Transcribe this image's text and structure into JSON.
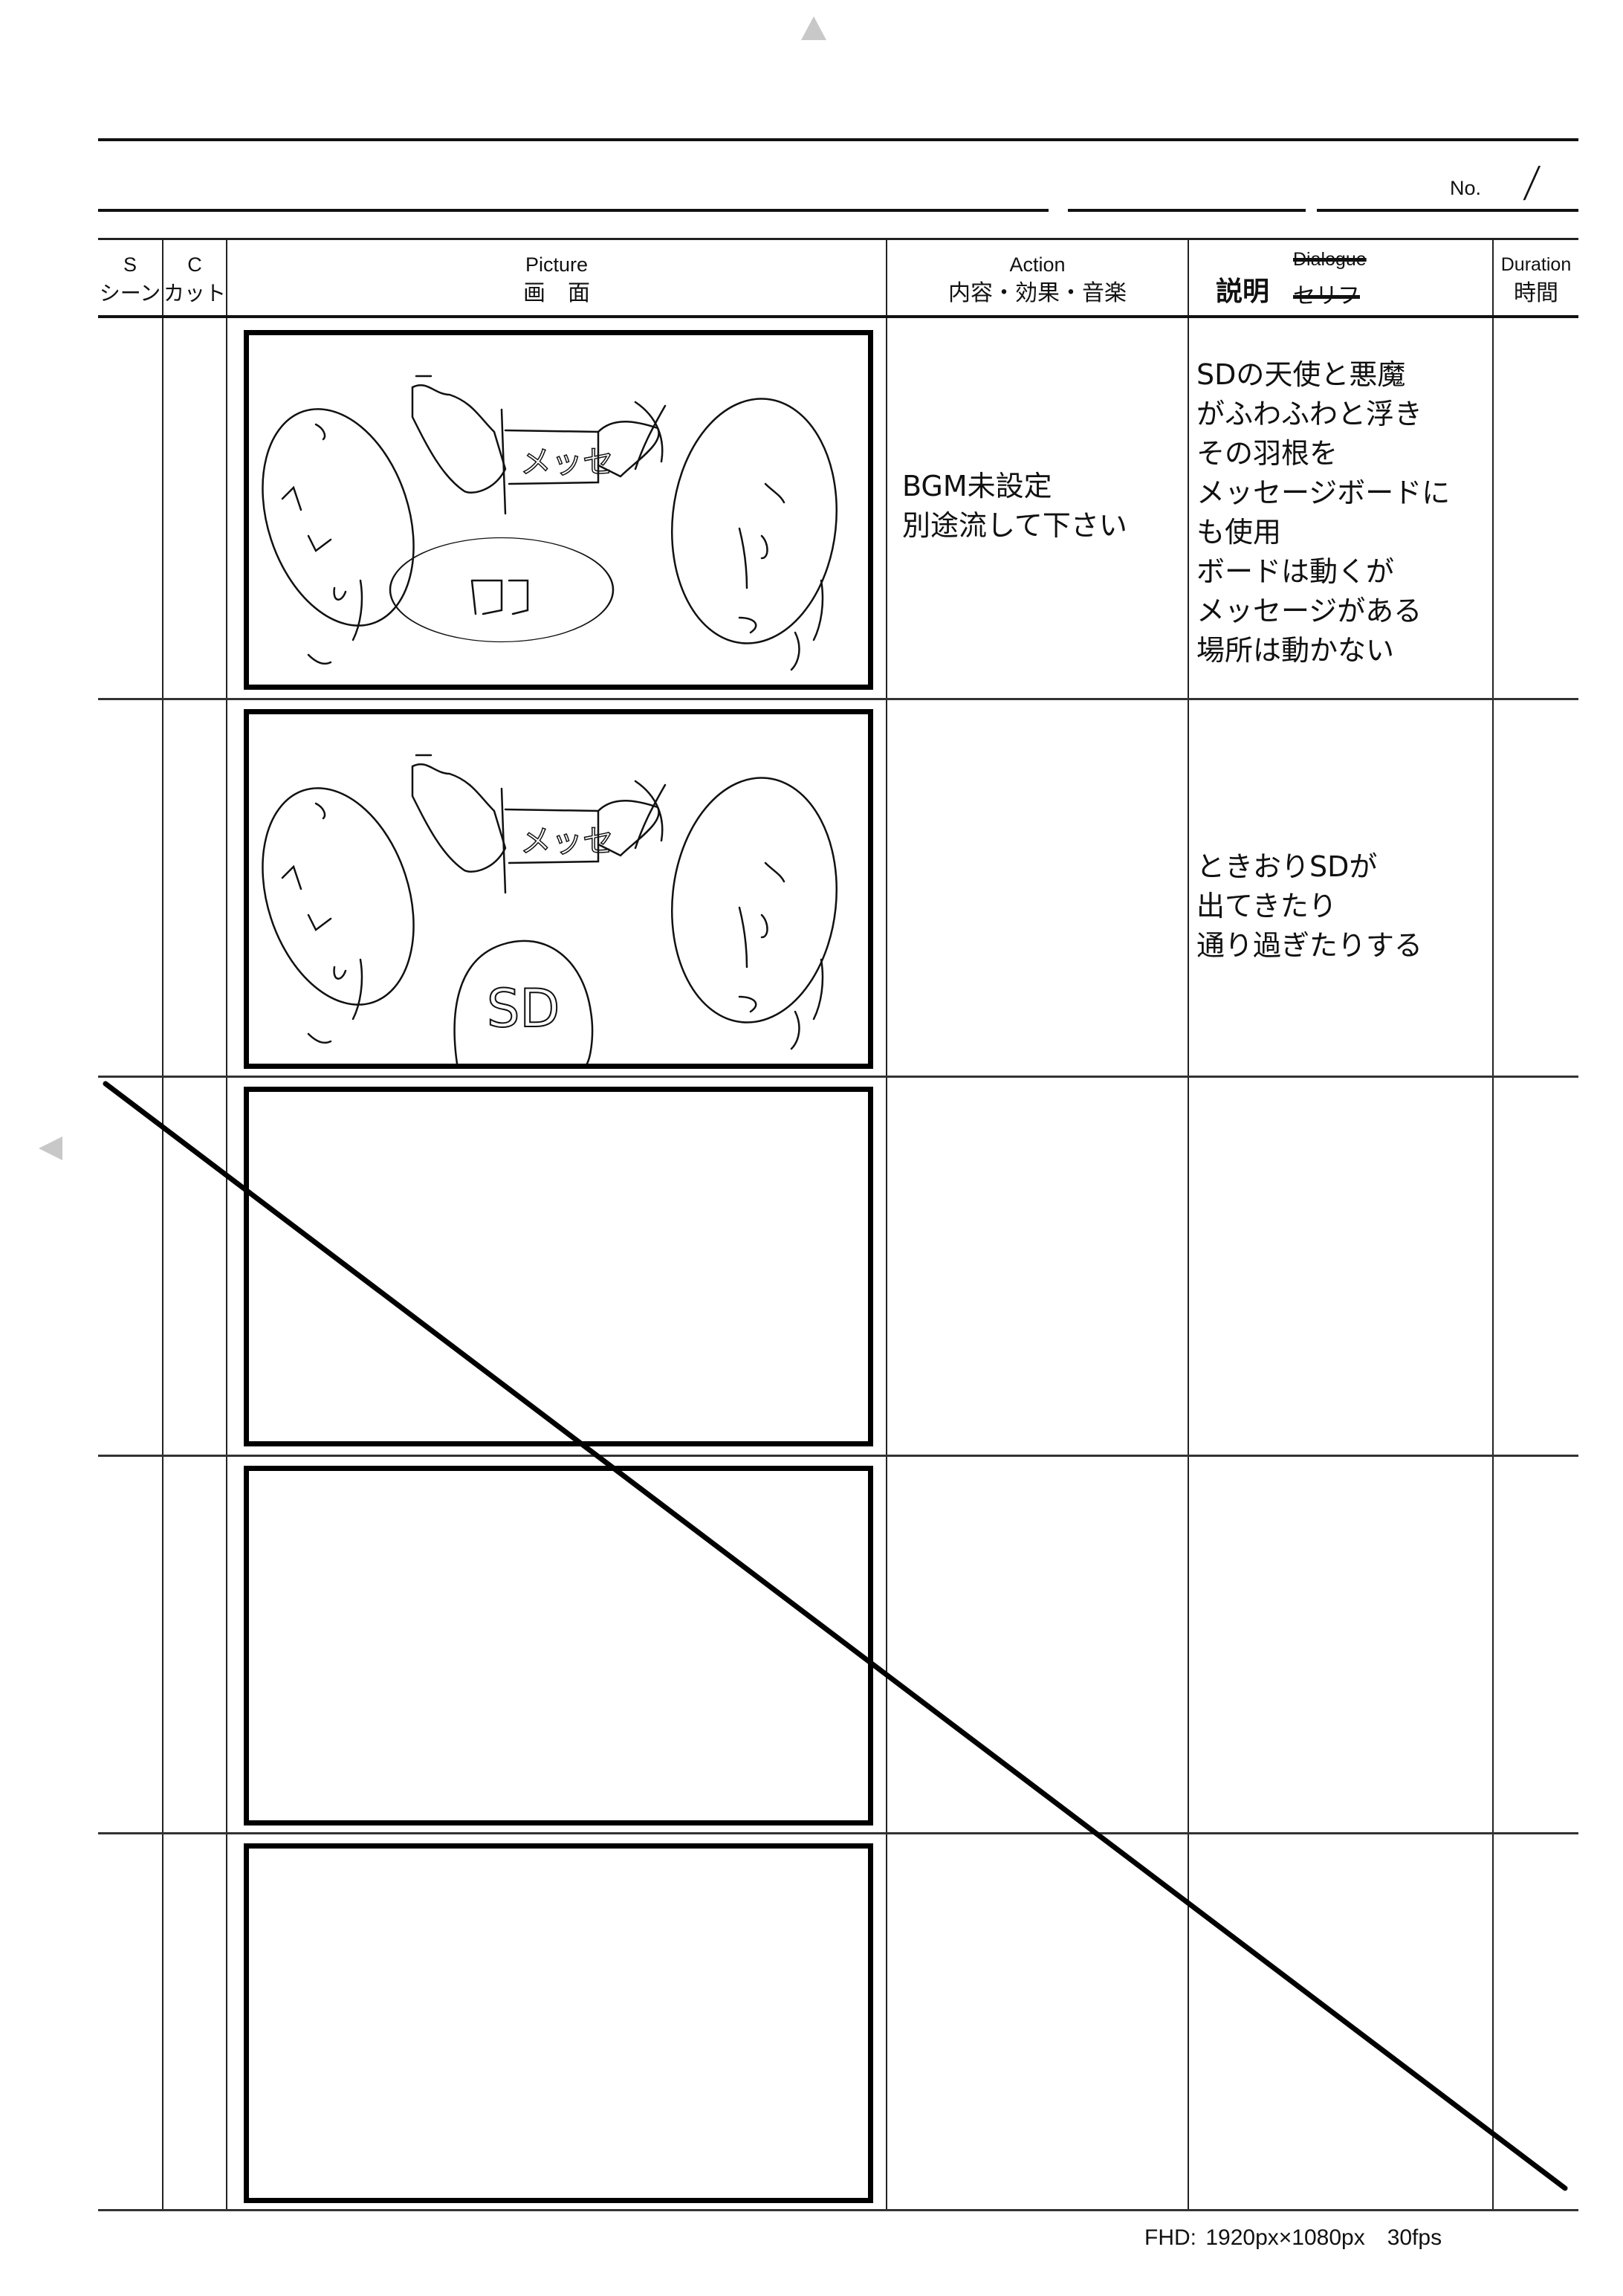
{
  "page": {
    "number_label": "No.",
    "number_value": "/",
    "nav": {
      "up_icon": "triangle-up",
      "left_icon": "triangle-left"
    }
  },
  "header": {
    "scene": {
      "en": "S",
      "ja": "シーン"
    },
    "cut": {
      "en": "C",
      "ja": "カット"
    },
    "picture": {
      "en": "Picture",
      "ja": "画　面"
    },
    "action": {
      "en": "Action",
      "ja": "内容・効果・音楽"
    },
    "notes": {
      "label": "説明",
      "struck_en": "Dialogue",
      "struck_ja": "セリフ"
    },
    "duration": {
      "en": "Duration",
      "ja": "時間"
    }
  },
  "rows": [
    {
      "scene": "",
      "cut": "",
      "picture": "sketch: wings holding メッセージ board, left oval てんし, center oval ロゴ, right oval あくま",
      "action": "BGM未設定\n別途流して下さい",
      "notes": "SDの天使と悪魔\nがふわふわと浮き\nその羽根を\nメッセージボードに\nも使用\nボードは動くが\nメッセージがある\n場所は動かない",
      "duration": ""
    },
    {
      "scene": "",
      "cut": "",
      "picture": "sketch: wings holding メッセージ board, left oval てんし, center oval SD, right oval あくま",
      "action": "",
      "notes": "ときおりSDが\n出てきたり\n通り過ぎたりする",
      "duration": ""
    },
    {
      "scene": "",
      "cut": "",
      "picture": "empty",
      "action": "",
      "notes": "",
      "duration": ""
    },
    {
      "scene": "",
      "cut": "",
      "picture": "empty",
      "action": "",
      "notes": "",
      "duration": ""
    },
    {
      "scene": "",
      "cut": "",
      "picture": "empty",
      "action": "",
      "notes": "",
      "duration": ""
    }
  ],
  "footer": {
    "spec": "FHD: 1920px×1080px　30fps"
  },
  "annotations": {
    "strike_through": "diagonal line crossing out rows 3-5"
  }
}
